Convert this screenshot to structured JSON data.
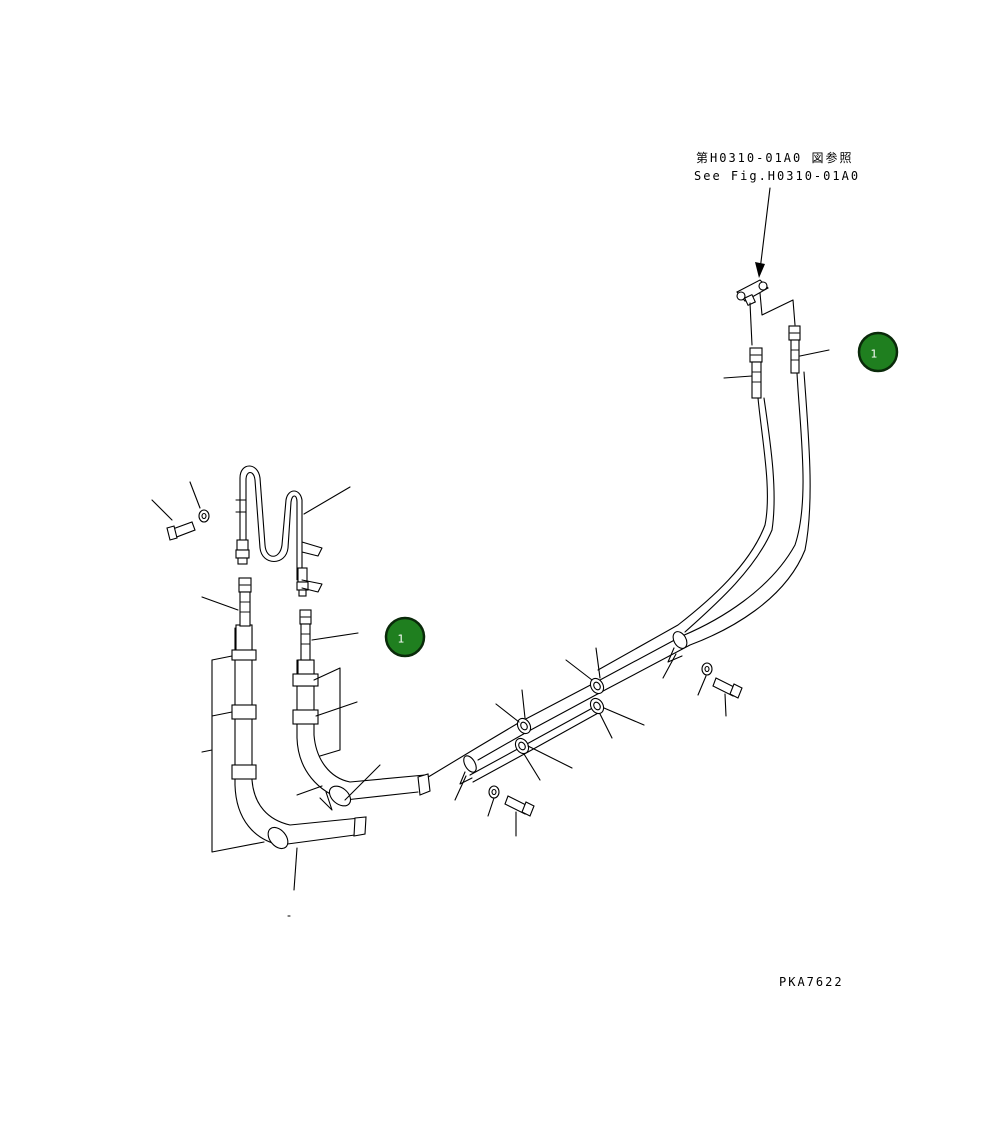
{
  "reference": {
    "line_jp": "第H0310-01A0 図参照",
    "line_en": "See Fig.H0310-01A0"
  },
  "drawing_code": "PKA7622",
  "badges": [
    {
      "label": "1"
    },
    {
      "label": "1"
    }
  ],
  "colors": {
    "badge_fill": "#1f7f1f",
    "badge_border": "#0a2a0a",
    "line": "#000000",
    "background": "#ffffff"
  }
}
